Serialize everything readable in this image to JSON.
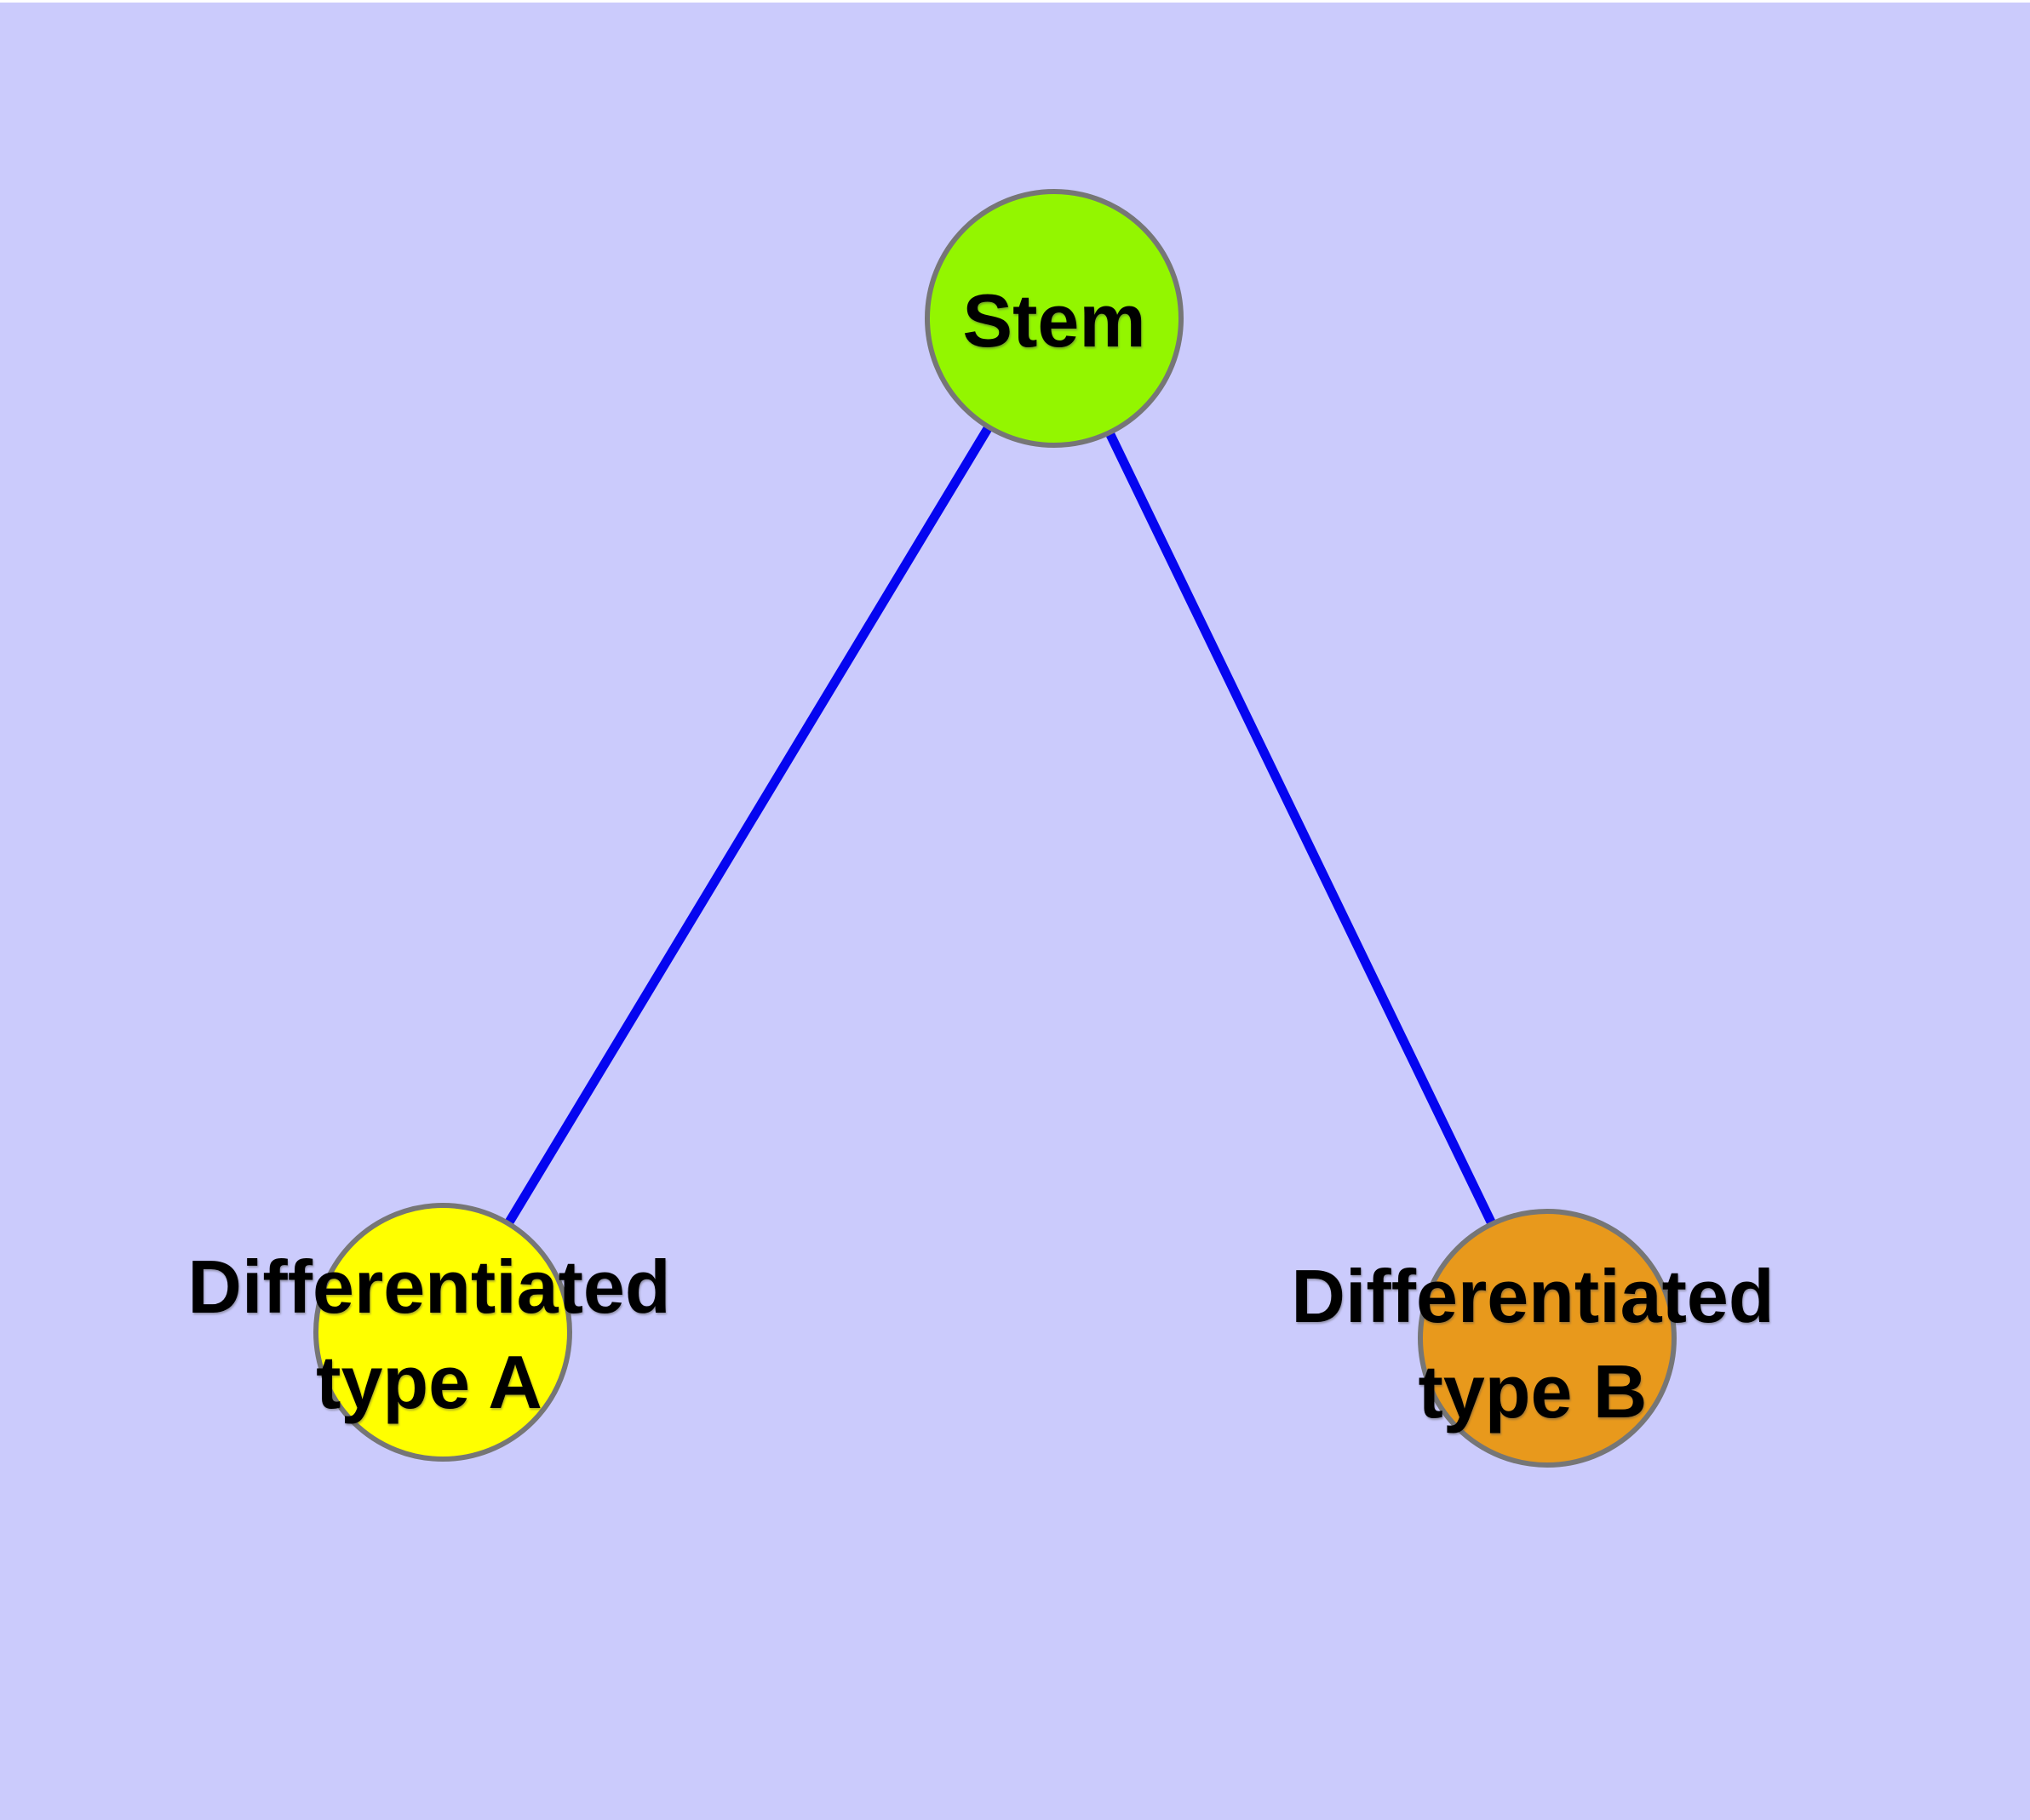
{
  "nodes": {
    "stem": {
      "label": "Stem",
      "fill": "#93F600"
    },
    "type_a": {
      "label_line1": "Differentiated",
      "label_line2": "type A",
      "fill": "#FFFF00"
    },
    "type_b": {
      "label_line1": "Differentiated",
      "label_line2": "type B",
      "fill": "#E8991C"
    }
  },
  "edges": [
    {
      "from": "Stem",
      "to": "Differentiated type A"
    },
    {
      "from": "Stem",
      "to": "Differentiated type B"
    }
  ],
  "colors": {
    "background": "#CBCBFC",
    "edge": "#0505F0",
    "node_border": "#767676",
    "label_text": "#000000",
    "top_strip": "#FFFFFF"
  }
}
